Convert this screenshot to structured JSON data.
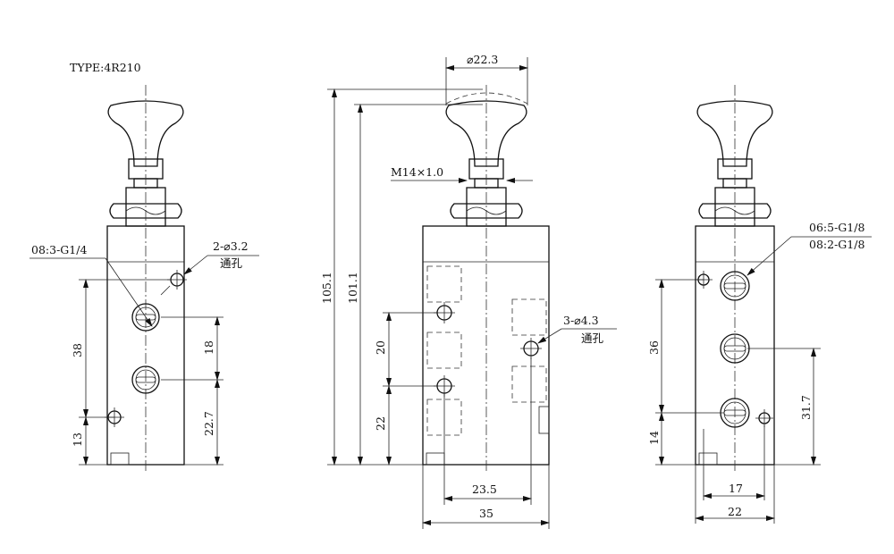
{
  "title": "TYPE:4R210",
  "left_view": {
    "port_label": "08:3-G1/4",
    "hole_label": "2-⌀3.2",
    "hole_note": "通孔",
    "dims": {
      "d38": "38",
      "d13": "13",
      "d18": "18",
      "d22_7": "22.7"
    }
  },
  "front_view": {
    "knob_dia": "⌀22.3",
    "thread": "M14×1.0",
    "hole_label": "3-⌀4.3",
    "hole_note": "通孔",
    "dims": {
      "d105_1": "105.1",
      "d101_1": "101.1",
      "d20": "20",
      "d22": "22",
      "d23_5": "23.5",
      "d35": "35"
    }
  },
  "right_view": {
    "port_label_1": "06:5-G1/8",
    "port_label_2": "08:2-G1/8",
    "dims": {
      "d36": "36",
      "d14": "14",
      "d31_7": "31.7",
      "d17": "17",
      "d22": "22"
    }
  }
}
